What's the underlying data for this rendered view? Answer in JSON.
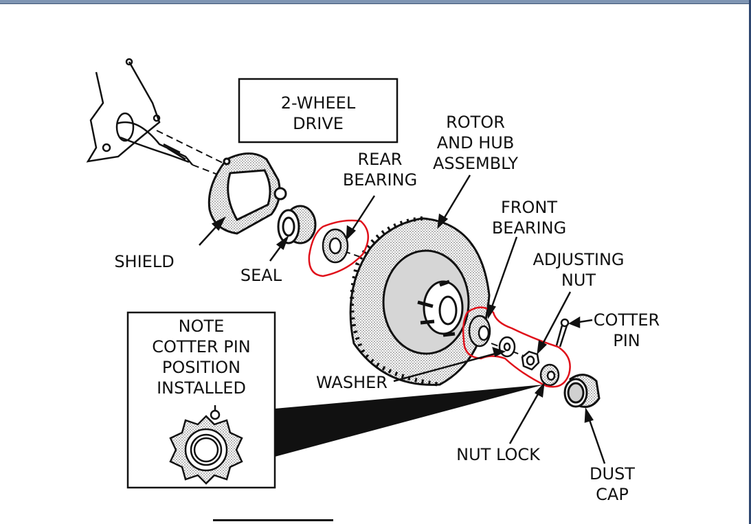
{
  "colors": {
    "ink": "#111111",
    "highlight": "#e0101a",
    "frame_top": "#7f95b3",
    "frame_right": "#2f4770",
    "stipple": "#bdbdbd"
  },
  "title_box": {
    "line1": "2-WHEEL",
    "line2": "DRIVE"
  },
  "labels": {
    "rotor": [
      "ROTOR",
      "AND HUB",
      "ASSEMBLY"
    ],
    "rear_bearing": [
      "REAR",
      "BEARING"
    ],
    "front_bearing": [
      "FRONT",
      "BEARING"
    ],
    "adjusting_nut": [
      "ADJUSTING",
      "NUT"
    ],
    "cotter_pin": [
      "COTTER",
      "PIN"
    ],
    "shield": "SHIELD",
    "seal": "SEAL",
    "washer": "WASHER",
    "nut_lock": "NUT LOCK",
    "dust_cap": [
      "DUST",
      "CAP"
    ]
  },
  "note_box": {
    "lines": [
      "NOTE",
      "COTTER PIN",
      "POSITION",
      "INSTALLED"
    ]
  }
}
